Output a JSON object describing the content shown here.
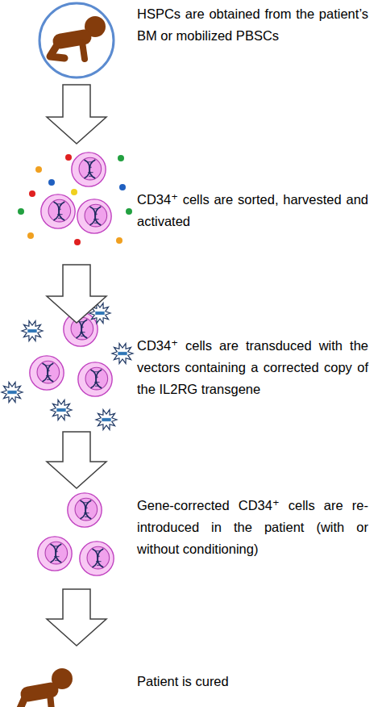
{
  "diagram": {
    "nodes": [
      {
        "text": [
          "HSPCs are obtained from the patient’s BM or mobilized PBSCs"
        ]
      },
      {
        "text": [
          "CD34⁺ cells are sorted, harvested and activated"
        ]
      },
      {
        "text": [
          "CD34⁺ cells are transduced with the vectors containing a corrected copy of the IL2RG transgene"
        ]
      },
      {
        "text": [
          "Gene-corrected CD34⁺ cells are re-introduced in the patient (with or without conditioning)"
        ]
      },
      {
        "text": [
          "Patient is cured"
        ]
      }
    ],
    "edges": [
      {
        "from": 0,
        "to": 1,
        "arrow": "to"
      },
      {
        "from": 1,
        "to": 2,
        "arrow": "to"
      },
      {
        "from": 2,
        "to": 3,
        "arrow": "to"
      },
      {
        "from": 3,
        "to": 4,
        "arrow": "to"
      }
    ]
  }
}
